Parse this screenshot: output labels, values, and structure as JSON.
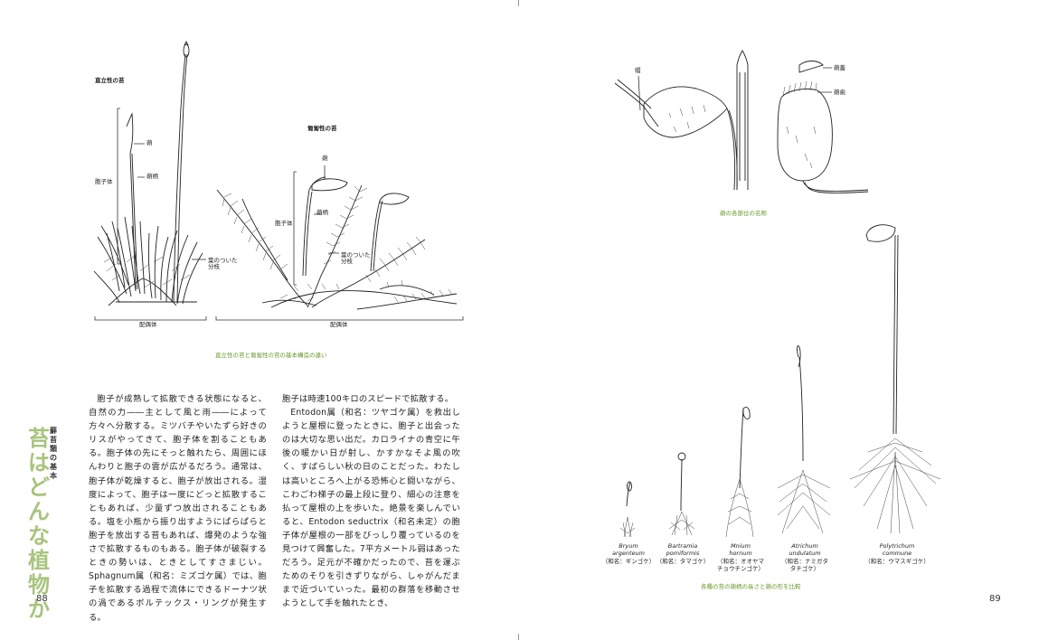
{
  "left_page": {
    "fig1": {
      "upright_title": "直立性の苔",
      "creeping_title": "匍匐性の苔",
      "upright_labels": {
        "capsule": "蒴",
        "seta": "蒴柄",
        "sporophyte": "胞子体",
        "branch": "葉のついた\n分枝",
        "gametophyte": "配偶体"
      },
      "creeping_labels": {
        "capsule": "蒴",
        "seta": "蒴柄",
        "sporophyte": "胞子体",
        "branch": "葉のついた\n分枝",
        "gametophyte": "配偶体"
      },
      "caption": "直立性の苔と匍匐性の苔の基本構造の違い"
    },
    "sidebar": {
      "subtitle": "蘚苔類の基本",
      "title": "苔はどんな植物か"
    },
    "columns": [
      [
        {
          "text": "胞子が成熟して拡散できる状態になると、自然の力――主として風と雨――によって方々へ分散する。ミツバチやいたずら好きのリスがやってきて、胞子体を割ることもある。胞子体の先にそっと触れたら、周囲にほんわりと胞子の雲が広がるだろう。通常は、胞子体が乾燥すると、胞子が放出される。湿度によって、胞子は一度にどっと拡散することもあれば、少量ずつ放出されることもある。塩を小瓶から振り出すようにぱらぱらと胞子を放出する苔もあれば、爆発のような強さで拡散するものもある。胞子体が破裂するときの勢いは、ときとしてすさまじい。Sphagnum属（和名：ミズゴケ属）では、胞子を拡散する過程で流体にできるドーナツ状の渦であるボルテックス・リングが発生する。",
          "cont": false
        }
      ],
      [
        {
          "text": "胞子は時速100キロのスピードで拡散する。",
          "cont": true
        },
        {
          "text": "Entodon属（和名：ツヤゴケ属）を救出しようと屋根に登ったときに、胞子と出会ったのは大切な思い出だ。カロライナの青空に午後の暖かい日が射し、かすかなそよ風の吹く、すばらしい秋の日のことだった。わたしは高いところへ上がる恐怖心と闘いながら、こわごわ梯子の最上段に登り、細心の注意を払って屋根の上を歩いた。絶景を楽しんでいると、Entodon seductrix（和名未定）の胞子体が屋根の一部をびっしり覆っているのを見つけて興奮した。7平方メートル弱はあっただろう。足元が不確かだったので、苔を運ぶためのそりを引きずりながら、しゃがんだままで近づいていった。最初の群落を移動させようとして手を触れたとき、",
          "cont": false
        }
      ]
    ],
    "folio": "88"
  },
  "right_page": {
    "fig2": {
      "labels": {
        "calyptra_left": "帽",
        "operculum": "蒴蓋",
        "peristome": "蒴歯"
      },
      "caption": "蒴の各部位の名称"
    },
    "fig3": {
      "species": [
        {
          "latin1": "Bryum",
          "latin2": "argenteum",
          "jp1": "（和名：ギンゴケ）",
          "jp2": ""
        },
        {
          "latin1": "Bartramia",
          "latin2": "pomiformis",
          "jp1": "（和名：タマゴケ）",
          "jp2": ""
        },
        {
          "latin1": "Mnium",
          "latin2": "hornum",
          "jp1": "（和名：オオヤマ",
          "jp2": "チョウチンゴケ）"
        },
        {
          "latin1": "Atrichum",
          "latin2": "undulatum",
          "jp1": "（和名：ナミガタ",
          "jp2": "タチゴケ）"
        },
        {
          "latin1": "Polytrichum",
          "latin2": "commune",
          "jp1": "（和名：ウマスギゴケ）",
          "jp2": ""
        }
      ],
      "caption": "各種の苔の蒴柄の長さと蒴の形を比較"
    },
    "folio": "89"
  }
}
